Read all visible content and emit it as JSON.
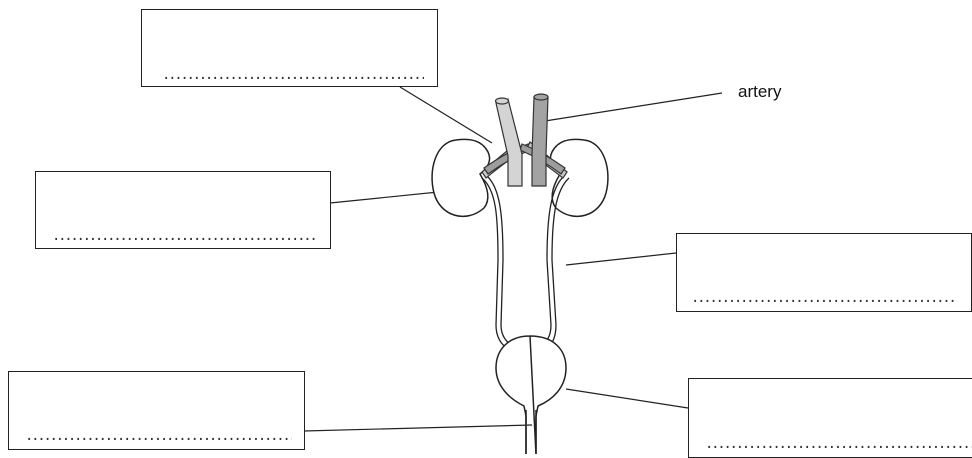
{
  "labels": {
    "artery": "artery"
  },
  "answer_boxes": [
    {
      "id": "box-top",
      "dots": "................................................"
    },
    {
      "id": "box-left-upper",
      "dots": "................................................................"
    },
    {
      "id": "box-right-upper",
      "dots": "................................................................"
    },
    {
      "id": "box-left-lower",
      "dots": "................................................................"
    },
    {
      "id": "box-right-lower",
      "dots": "................................................................"
    }
  ]
}
